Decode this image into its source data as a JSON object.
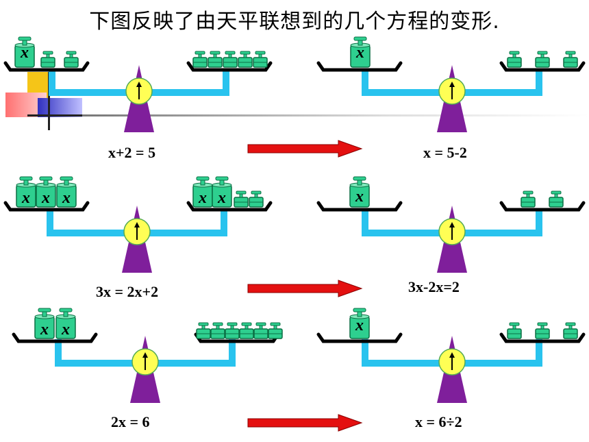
{
  "title": "下图反映了由天平联想到的几个方程的变形.",
  "equations": {
    "row1_left": "x+2 = 5",
    "row1_right": "x = 5-2",
    "row2_left": "3x = 2x+2",
    "row2_right": "3x-2x=2",
    "row3_left": "2x = 6",
    "row3_right": "x = 6÷2"
  },
  "weight_label": "x",
  "colors": {
    "pan": "#000000",
    "beam": "#29c3ee",
    "pivot": "#7f1f9b",
    "dial": "#ffff55",
    "weight": "#2ecf8f",
    "arrow": "#e41010"
  },
  "icons": [
    "balance-scale-icon",
    "weight-icon",
    "arrow-right-icon"
  ]
}
